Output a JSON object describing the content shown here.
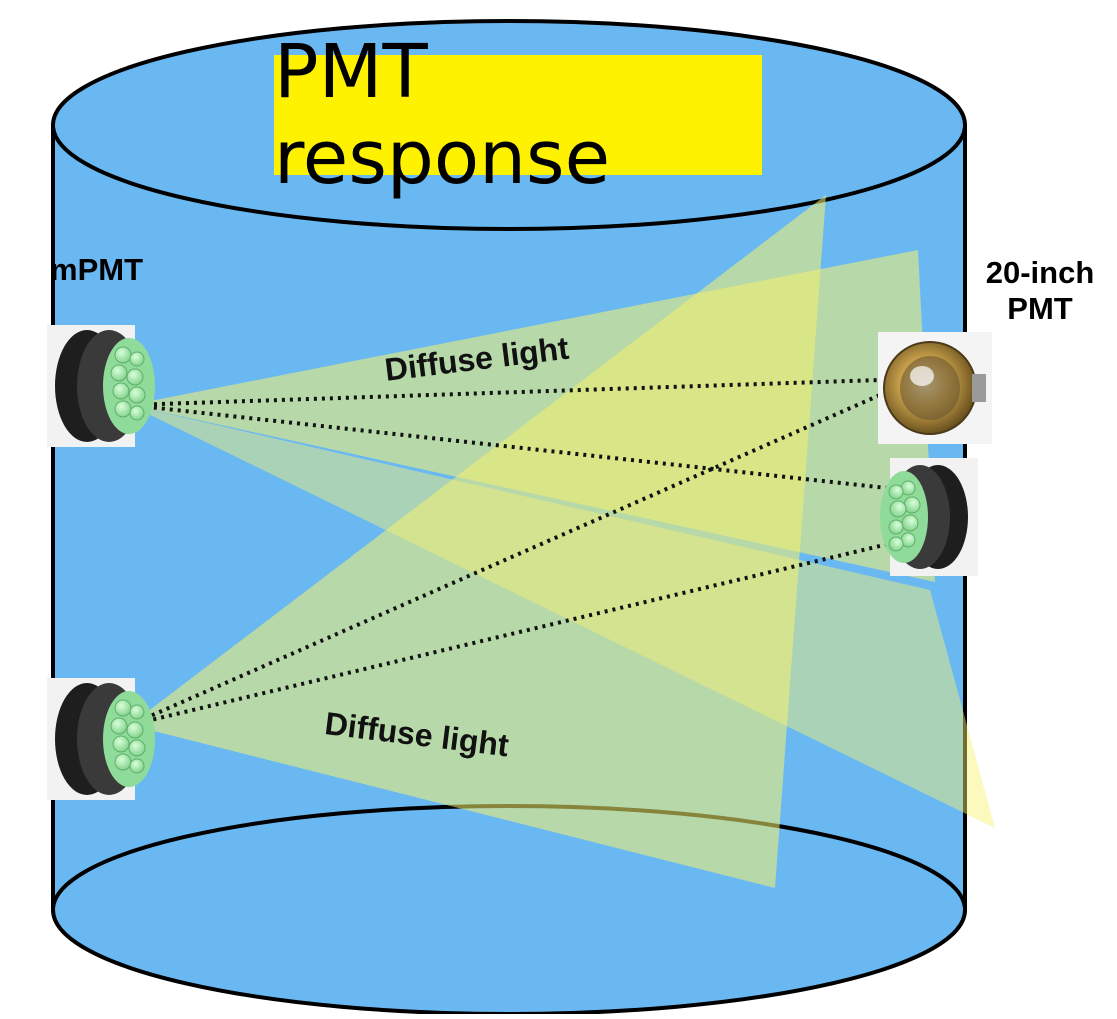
{
  "diagram": {
    "title": "PMT response",
    "labels": {
      "mpmt": "mPMT",
      "pmt20_line1": "20-inch",
      "pmt20_line2": "PMT",
      "diffuse_upper": "Diffuse light",
      "diffuse_lower": "Diffuse light"
    },
    "colors": {
      "tank_fill": "#6ab8f2",
      "tank_outline": "#000000",
      "title_bg": "#fff200",
      "light_cone": "#f3ef6a",
      "mpmt_cell": "#9fe6a6",
      "pmt_gold": "#b08a3a"
    },
    "components": [
      {
        "name": "mPMT upper left",
        "icon": "mpmt-icon"
      },
      {
        "name": "mPMT lower left",
        "icon": "mpmt-icon"
      },
      {
        "name": "20-inch PMT",
        "icon": "pmt20-icon"
      },
      {
        "name": "mPMT right",
        "icon": "mpmt-icon"
      }
    ]
  }
}
